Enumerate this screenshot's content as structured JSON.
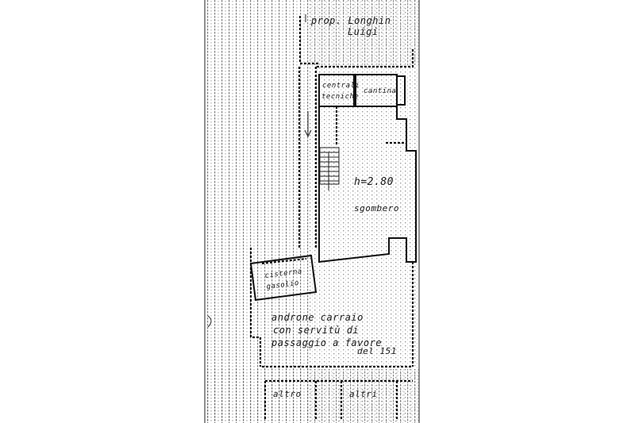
{
  "labels": {
    "owner_line1": "prop. Longhin",
    "owner_line2": "Luigi",
    "room_left_line1": "centrali",
    "room_left_line2": "tecniche",
    "room_right": "cantina",
    "height": "h=2.80",
    "storage": "sgombero",
    "cistern_line1": "cisterna",
    "cistern_line2": "gasolio",
    "courtyard_line1": "androne carraio",
    "courtyard_line2": "con servitù di",
    "courtyard_line3": "passaggio a favore",
    "courtyard_line4": "del 151",
    "bottom_left": "altro",
    "bottom_right": "altri"
  },
  "colors": {
    "ink": "#111111",
    "paper": "#ffffff",
    "texture": "#8a8a8a"
  }
}
